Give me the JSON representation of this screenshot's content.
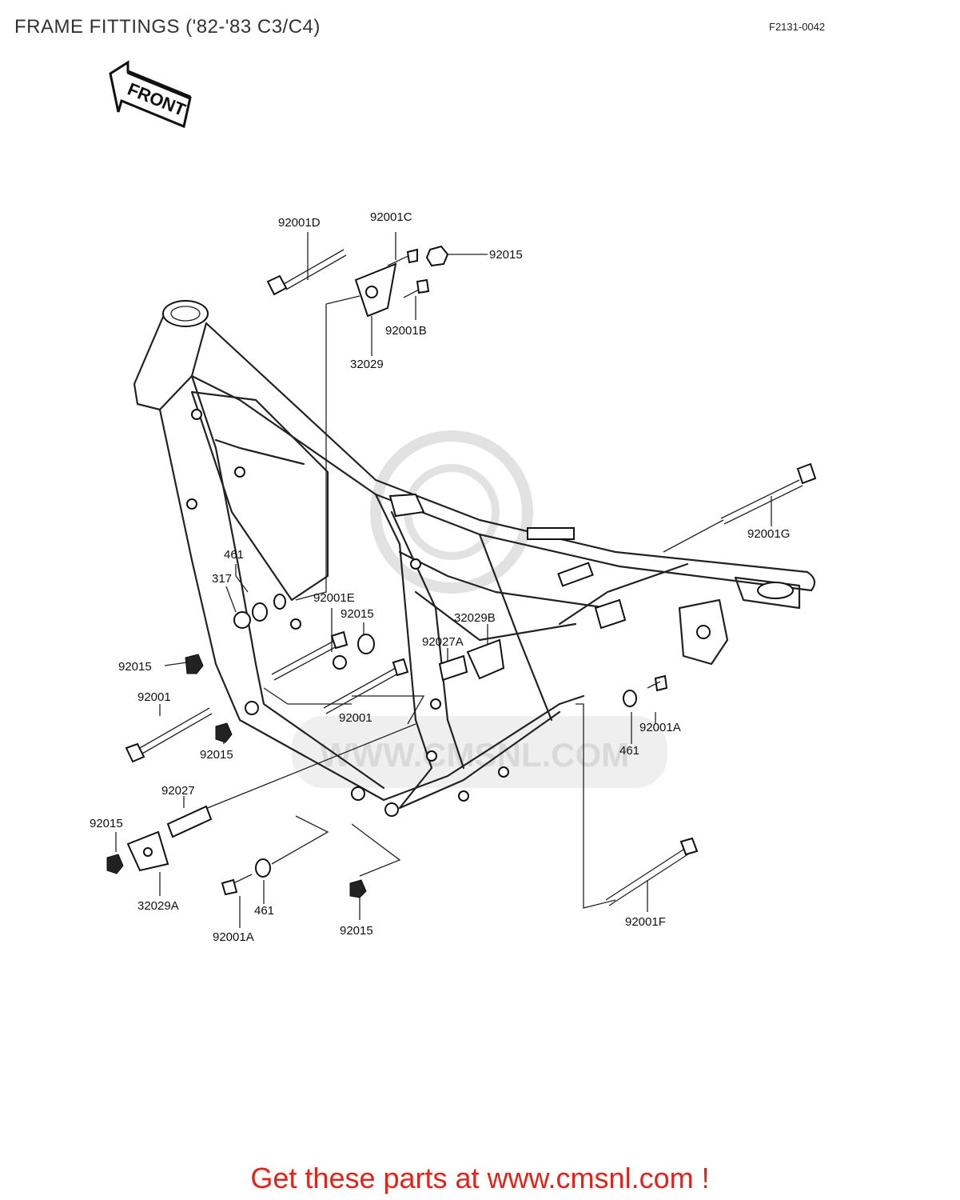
{
  "title": "FRAME FITTINGS ('82-'83 C3/C4)",
  "diagram_code": "F2131-0042",
  "front_arrow_label": "FRONT",
  "watermark_text": "WWW.CMSNL.COM",
  "footer_text": "Get these parts at www.cmsnl.com !",
  "colors": {
    "footer": "#e0241b",
    "line": "#222222",
    "watermark": "#d9d9d9"
  },
  "part_labels": [
    {
      "id": "92001D",
      "text": "92001D"
    },
    {
      "id": "92001C",
      "text": "92001C"
    },
    {
      "id": "92015-top",
      "text": "92015"
    },
    {
      "id": "92001B",
      "text": "92001B"
    },
    {
      "id": "32029",
      "text": "32029"
    },
    {
      "id": "92001G",
      "text": "92001G"
    },
    {
      "id": "461-left",
      "text": "461"
    },
    {
      "id": "317",
      "text": "317"
    },
    {
      "id": "92001E",
      "text": "92001E"
    },
    {
      "id": "92015-mid",
      "text": "92015"
    },
    {
      "id": "32029B",
      "text": "32029B"
    },
    {
      "id": "92027A",
      "text": "92027A"
    },
    {
      "id": "92015-left",
      "text": "92015"
    },
    {
      "id": "92001-left",
      "text": "92001"
    },
    {
      "id": "92001-mid",
      "text": "92001"
    },
    {
      "id": "92015-lower",
      "text": "92015"
    },
    {
      "id": "92001A-right",
      "text": "92001A"
    },
    {
      "id": "461-right",
      "text": "461"
    },
    {
      "id": "92027",
      "text": "92027"
    },
    {
      "id": "92015-bl",
      "text": "92015"
    },
    {
      "id": "32029A",
      "text": "32029A"
    },
    {
      "id": "461-bottom",
      "text": "461"
    },
    {
      "id": "92001A-bottom",
      "text": "92001A"
    },
    {
      "id": "92015-bottom",
      "text": "92015"
    },
    {
      "id": "92001F",
      "text": "92001F"
    }
  ]
}
